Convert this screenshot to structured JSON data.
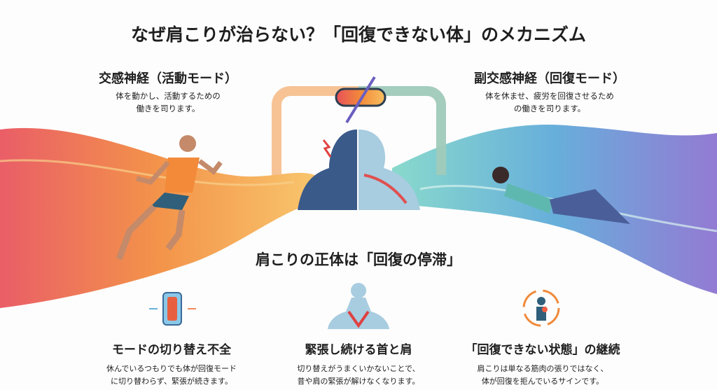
{
  "title": "なぜ肩こりが治らない？「回復できない体」のメカニズム",
  "sympathetic": {
    "heading": "交感神経（活動モード）",
    "desc_line1": "体を動かし、活動するための",
    "desc_line2": "働きを司ります。"
  },
  "parasympathetic": {
    "heading": "副交感神経（回復モード）",
    "desc_line1": "体を休ませ、疲労を回復させるため",
    "desc_line2": "の働きを司ります。"
  },
  "core_message": "肩こりの正体は「回復の停滞」",
  "points": [
    {
      "icon": "switch-icon",
      "heading": "モードの切り替え不全",
      "line1": "休んでいるつもりでも体が回復モード",
      "line2": "に切り替わらず、緊張が続きます。"
    },
    {
      "icon": "tense-neck-icon",
      "heading": "緊張し続ける首と肩",
      "line1": "切り替えがうまくいかないことで、",
      "line2": "昔や肩の緊張が解けなくなります。"
    },
    {
      "icon": "stuck-cycle-icon",
      "heading": "「回復できない状態」の継続",
      "line1": "肩こりは単なる筋肉の張りではなく、",
      "line2": "体が回復を拒んでいるサインです。"
    }
  ],
  "colors": {
    "warm": "#f08a3a",
    "cool": "#5aa8c8",
    "purple": "#8a6fd0",
    "text": "#1e1e1e"
  }
}
